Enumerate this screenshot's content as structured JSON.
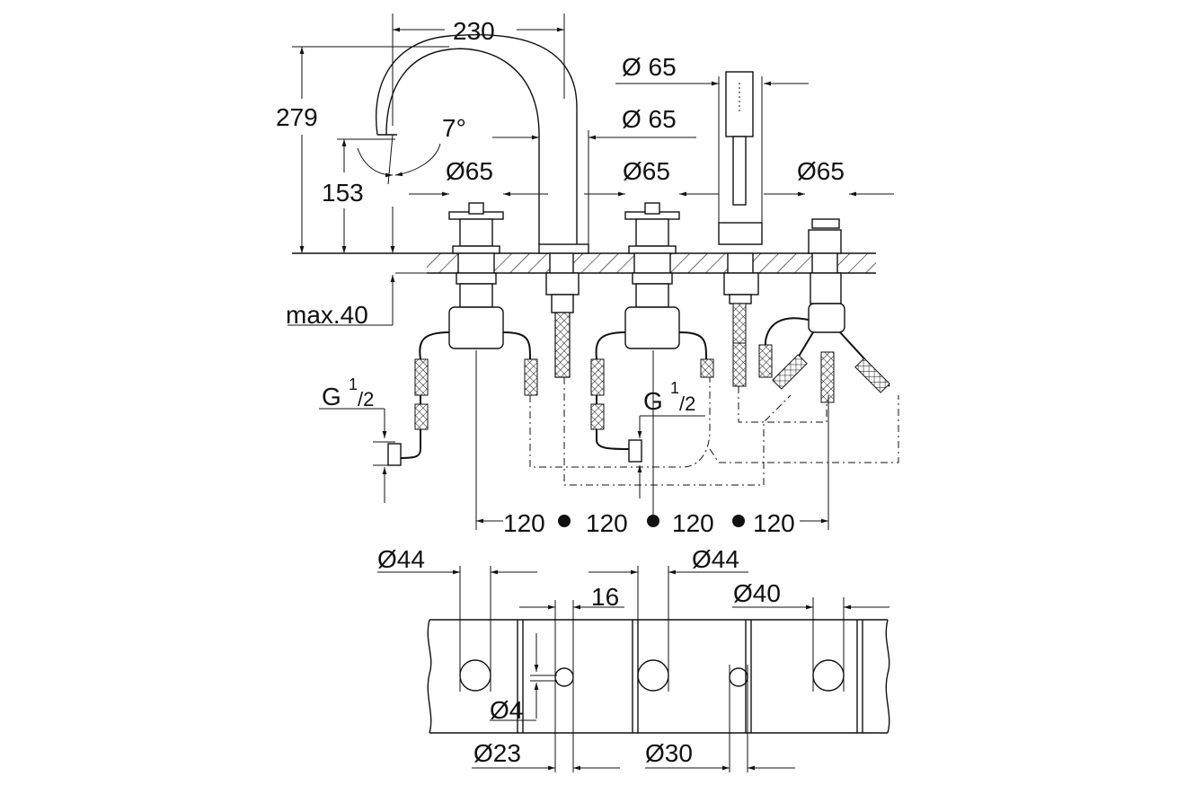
{
  "dimensions": {
    "spout_reach": "230",
    "total_height": "279",
    "spout_height": "153",
    "spout_angle": "7°",
    "handshower_dia": "Ø 65",
    "spout_dia": "Ø 65",
    "valve_left_dia": "Ø65",
    "valve_right_dia": "Ø65",
    "diverter_dia": "Ø65",
    "max_thickness": "max.40",
    "thread_left_main": "G",
    "thread_left_sup": "1",
    "thread_left_sub": "/2",
    "thread_right_main": "G",
    "thread_right_sup": "1",
    "thread_right_sub": "/2",
    "spacing_1": "120",
    "spacing_2": "120",
    "spacing_3": "120",
    "spacing_4": "120",
    "hole_left_dia": "Ø44",
    "hole_mid_dia": "Ø44",
    "hole_right_dia": "Ø40",
    "gap_16": "16",
    "gap_4": "Ø4",
    "small_hole_1": "Ø23",
    "small_hole_2": "Ø30"
  }
}
